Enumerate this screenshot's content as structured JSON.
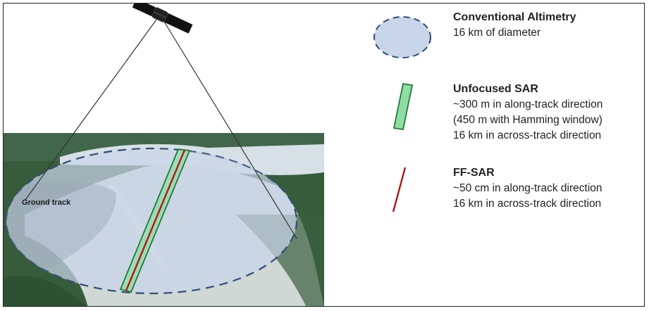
{
  "diagram": {
    "ground_track_label": "Ground track"
  },
  "legend": {
    "conventional": {
      "title": "Conventional Altimetry",
      "lines": [
        "16 km of diameter"
      ],
      "icon": "light-blue-dashed-ellipse",
      "fill_color": "#c9d6ea",
      "stroke_color": "#2f4d7a"
    },
    "unfocused_sar": {
      "title": "Unfocused SAR",
      "lines": [
        "~300 m in along-track direction",
        "(450 m with Hamming window)",
        "16 km in across-track direction"
      ],
      "icon": "green-strip",
      "fill_color": "#9fe0b0",
      "stroke_color": "#1f7a3a"
    },
    "ff_sar": {
      "title": "FF-SAR",
      "lines": [
        "~50 cm in along-track direction",
        "16 km in across-track direction"
      ],
      "icon": "red-line",
      "stroke_color": "#b01818"
    }
  }
}
